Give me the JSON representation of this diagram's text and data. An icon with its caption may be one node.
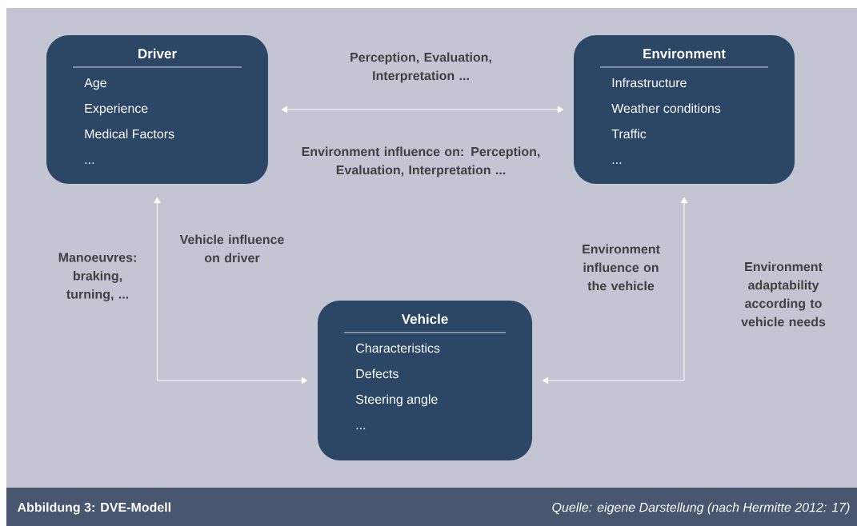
{
  "diagram": {
    "caption": "Abbildung 3: DVE-Modell",
    "nodes": [
      {
        "text": [
          "Driver",
          "Age",
          "Experience",
          "Medical Factors",
          "..."
        ]
      },
      {
        "text": [
          "Environment",
          "Infrastructure",
          "Weather conditions",
          "Traffic",
          "..."
        ]
      },
      {
        "text": [
          "Vehicle",
          "Characteristics",
          "Defects",
          "Steering angle",
          "..."
        ]
      }
    ],
    "edges": [
      {
        "from": 0,
        "to": 1,
        "arrow": "both"
      },
      {
        "from": 0,
        "to": 2,
        "arrow": "both"
      },
      {
        "from": 1,
        "to": 2,
        "arrow": "both"
      }
    ],
    "labels": [
      "Perception, Evaluation, Interpretation ...",
      "Environment influence on: Perception, Evaluation, Interpretation ...",
      "Manoeuvres: braking, turning, ...",
      "Vehicle influence on driver",
      "Environment influence on the vehicle",
      "Environment adaptability according to vehicle needs",
      "Quelle: eigene Darstellung (nach Hermitte 2012: 17)"
    ]
  }
}
